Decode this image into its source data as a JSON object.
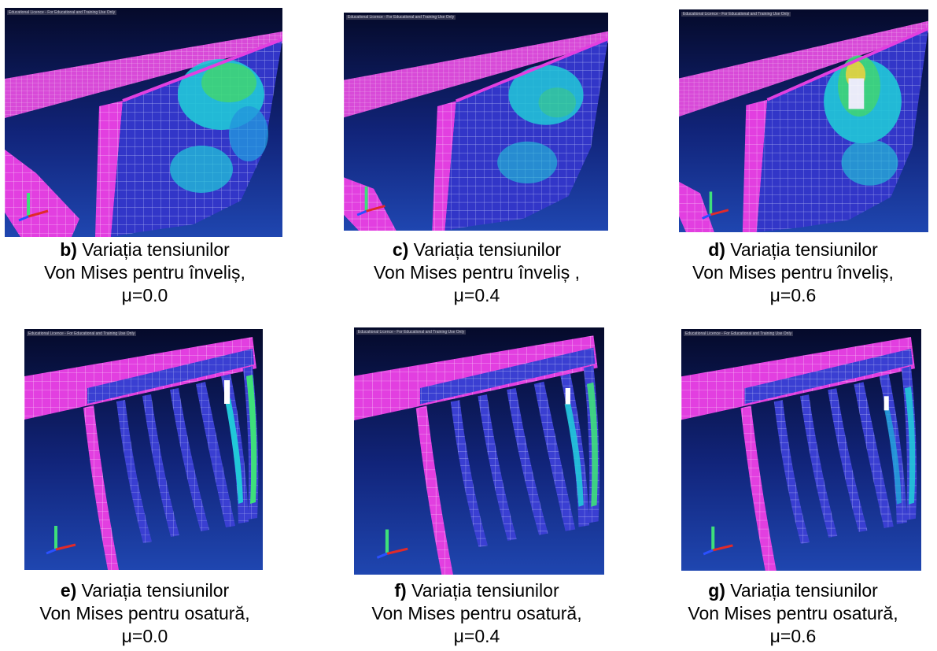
{
  "license_text": "Educational Licence - For Educational and Training Use Only",
  "colors": {
    "background_top": "#050a2a",
    "background_bottom": "#1c3fa6",
    "mesh_magenta": "#e23fe0",
    "stress_blue": "#3236c8",
    "stress_cyan": "#21c8d8",
    "stress_green": "#3ee07a",
    "stress_yellow": "#e8e23a",
    "stress_white": "#ffffff"
  },
  "panels": [
    {
      "id": "b",
      "letter": "b)",
      "line1": " Variația tensiunilor",
      "line2": "Von Mises pentru înveliș,",
      "line3": "μ=0.0"
    },
    {
      "id": "c",
      "letter": "c)",
      "line1": " Variația tensiunilor",
      "line2": "Von Mises pentru înveliș ,",
      "line3": "μ=0.4"
    },
    {
      "id": "d",
      "letter": "d)",
      "line1": " Variația tensiunilor",
      "line2": "Von Mises pentru înveliș,",
      "line3": "μ=0.6"
    },
    {
      "id": "e",
      "letter": "e)",
      "line1": " Variația tensiunilor",
      "line2": "Von Mises pentru osatură,",
      "line3": "μ=0.0"
    },
    {
      "id": "f",
      "letter": "f)",
      "line1": " Variația tensiunilor",
      "line2": "Von Mises pentru osatură,",
      "line3": "μ=0.4"
    },
    {
      "id": "g",
      "letter": "g)",
      "line1": " Variația tensiunilor",
      "line2": "Von Mises pentru osatură,",
      "line3": "μ=0.6"
    }
  ]
}
